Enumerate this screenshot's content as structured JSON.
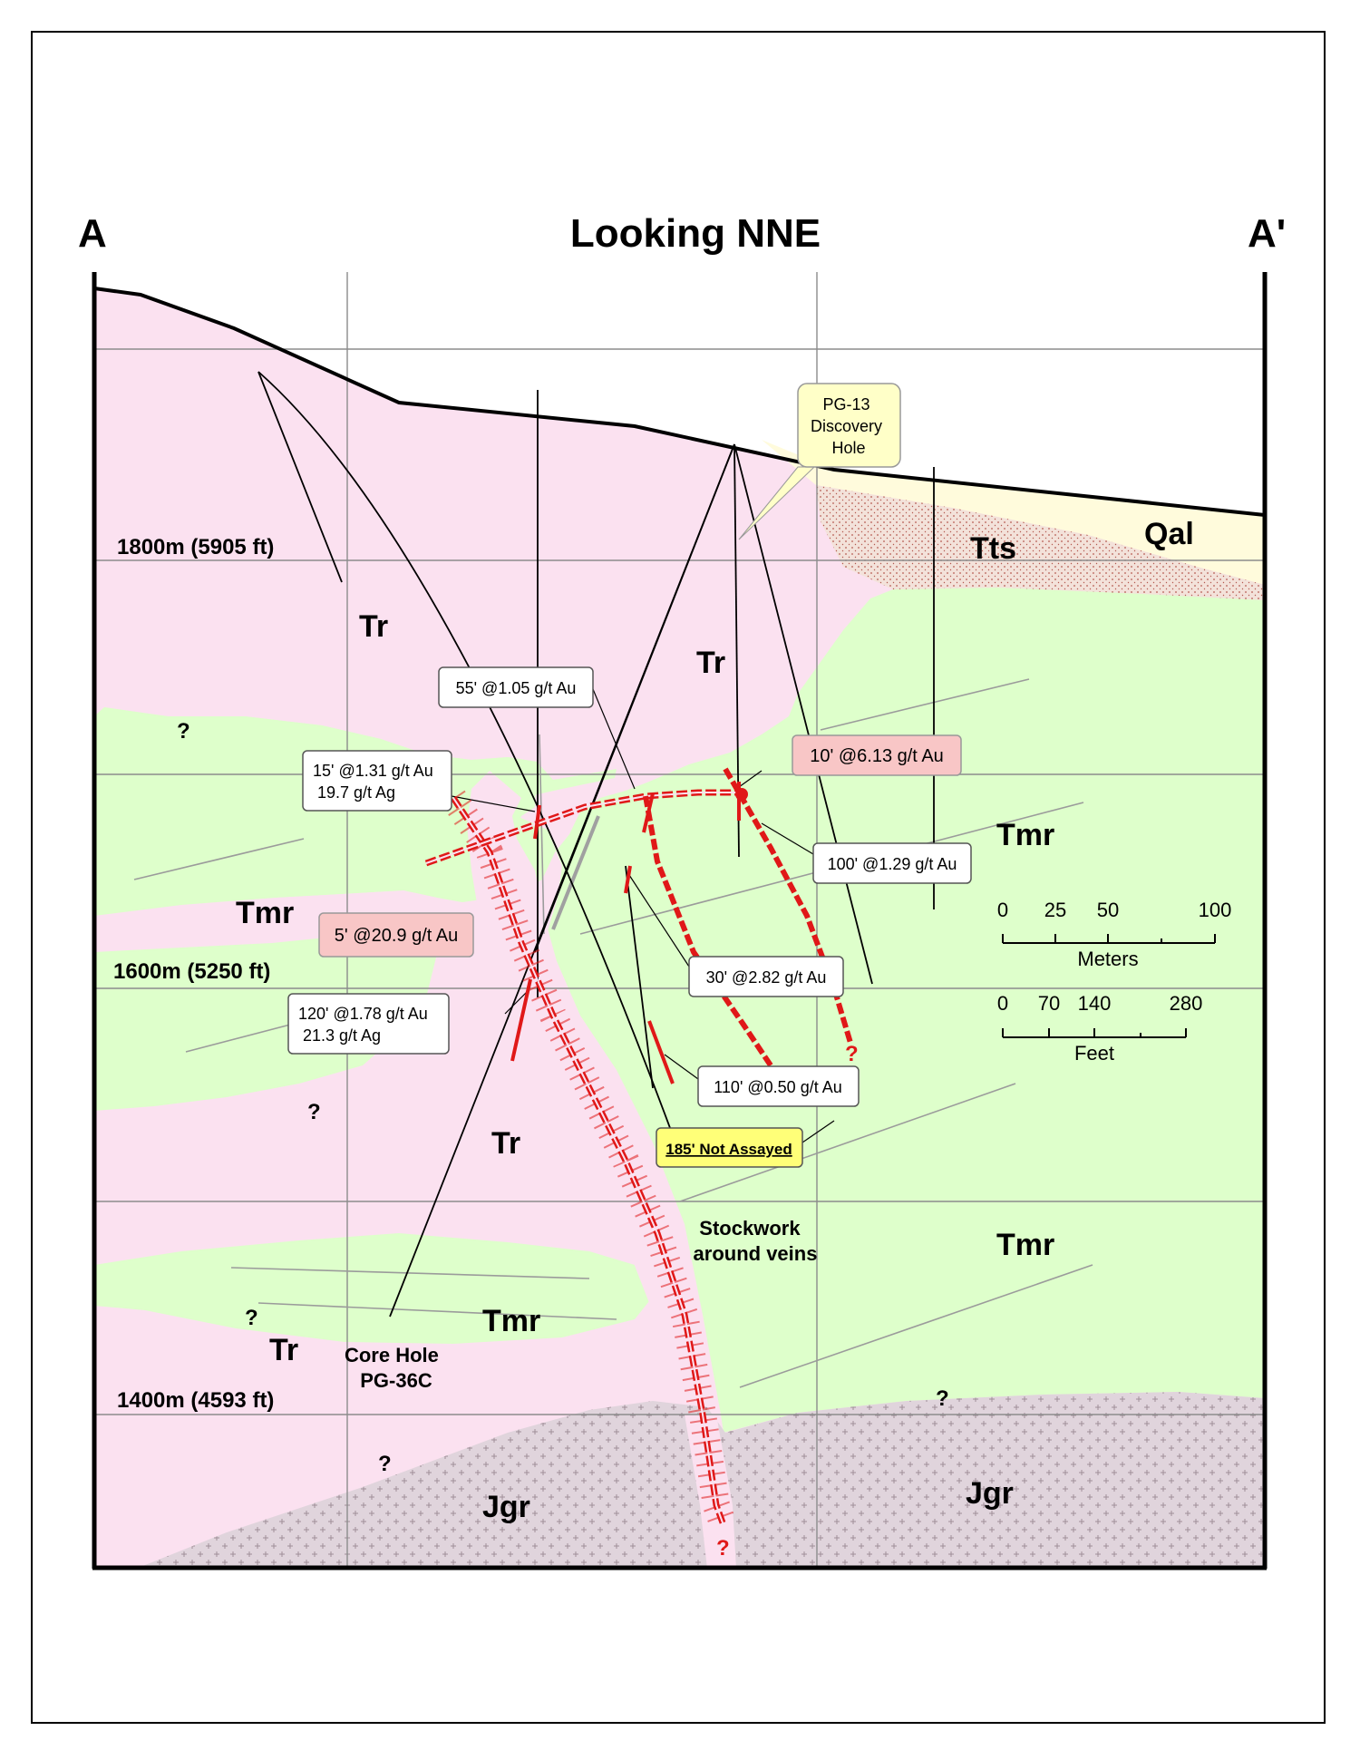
{
  "header": {
    "title": "Looking NNE",
    "left_end": "A",
    "right_end": "A'"
  },
  "elevations": [
    "1800m (5905 ft)",
    "1600m (5250 ft)",
    "1400m (4593 ft)"
  ],
  "units": {
    "qal": "Qal",
    "tts": "Tts",
    "tr_upper_left": "Tr",
    "tr_upper_mid": "Tr",
    "tr_lower_mid": "Tr",
    "tr_lower_left": "Tr",
    "tmr_left": "Tmr",
    "tmr_right_upper": "Tmr",
    "tmr_right_lower": "Tmr",
    "tmr_lower_mid": "Tmr",
    "jgr_left": "Jgr",
    "jgr_right": "Jgr"
  },
  "callouts": {
    "discovery_hole": [
      "PG-13",
      "Discovery",
      "Hole"
    ],
    "i55": "55' @1.05 g/t Au",
    "i10": "10' @6.13 g/t Au",
    "i15": [
      "15' @1.31 g/t Au",
      "19.7 g/t Ag"
    ],
    "i100": "100' @1.29 g/t Au",
    "i5": "5' @20.9 g/t Au",
    "i30": "30' @2.82 g/t Au",
    "i120": [
      "120' @1.78 g/t Au",
      "21.3 g/t Ag"
    ],
    "i110": "110' @0.50 g/t Au",
    "not_assayed": "185' Not Assayed"
  },
  "annotations": {
    "stockwork": [
      "Stockwork",
      "around veins"
    ],
    "core_hole": [
      "Core Hole",
      "PG-36C"
    ],
    "question_mark": "?"
  },
  "scale_bars": {
    "meters": {
      "ticks": [
        "0",
        "25",
        "50",
        "100"
      ],
      "unit": "Meters"
    },
    "feet": {
      "ticks": [
        "0",
        "70",
        "140",
        "280"
      ],
      "unit": "Feet"
    }
  },
  "colors": {
    "tr_pink": "#fbe1f0",
    "tmr_green": "#deffcb",
    "qal_yellow": "#fffbdc",
    "tts_tan": "#f3e2da",
    "jgr_mauve": "#e0d4dc",
    "vein_red": "#e01818",
    "callout_pink": "#f8c6c6",
    "callout_yellow": "#ffff78",
    "callout_cream": "#ffffc8"
  }
}
